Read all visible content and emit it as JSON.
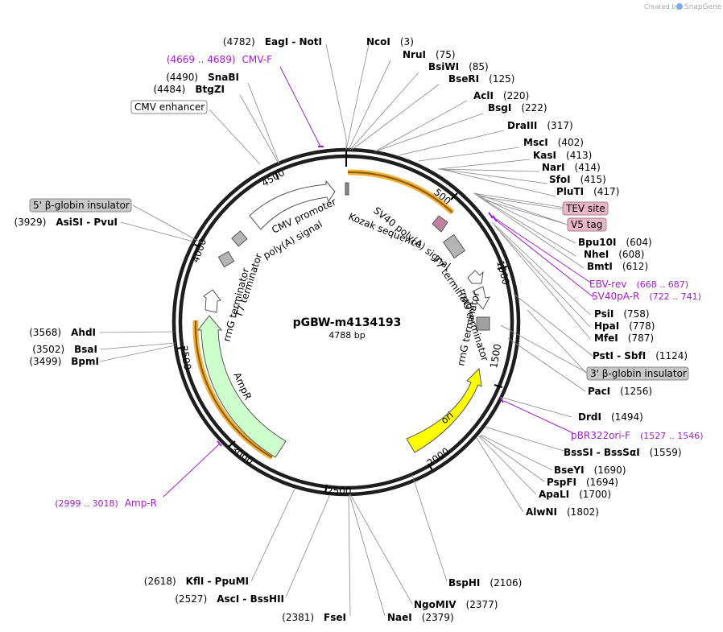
{
  "credit": {
    "text": "Created by",
    "brand": "SnapGene"
  },
  "plasmid": {
    "name": "pGBW-m4134193",
    "length_label": "4788 bp",
    "length": 4788
  },
  "ruler": [
    "500",
    "1000",
    "1500",
    "2000",
    "2500",
    "3000",
    "3500",
    "4000",
    "4500"
  ],
  "enzymes": [
    {
      "name": "NcoI",
      "pos": "(3)"
    },
    {
      "name": "NruI",
      "pos": "(75)"
    },
    {
      "name": "BsiWI",
      "pos": "(85)"
    },
    {
      "name": "BseRI",
      "pos": "(125)"
    },
    {
      "name": "AclI",
      "pos": "(220)"
    },
    {
      "name": "BsgI",
      "pos": "(222)"
    },
    {
      "name": "DraIII",
      "pos": "(317)"
    },
    {
      "name": "MscI",
      "pos": "(402)"
    },
    {
      "name": "KasI",
      "pos": "(413)"
    },
    {
      "name": "NarI",
      "pos": "(414)"
    },
    {
      "name": "SfoI",
      "pos": "(415)"
    },
    {
      "name": "PluTI",
      "pos": "(417)"
    },
    {
      "name": "Bpu10I",
      "pos": "(604)"
    },
    {
      "name": "NheI",
      "pos": "(608)"
    },
    {
      "name": "BmtI",
      "pos": "(612)"
    },
    {
      "name": "PsiI",
      "pos": "(758)"
    },
    {
      "name": "HpaI",
      "pos": "(778)"
    },
    {
      "name": "MfeI",
      "pos": "(787)"
    },
    {
      "name": "PstI  -  SbfI",
      "pos": "(1124)"
    },
    {
      "name": "PacI",
      "pos": "(1256)"
    },
    {
      "name": "DrdI",
      "pos": "(1494)"
    },
    {
      "name": "BssSI  -  BssSαI",
      "pos": "(1559)"
    },
    {
      "name": "BseYI",
      "pos": "(1690)"
    },
    {
      "name": "PspFI",
      "pos": "(1694)"
    },
    {
      "name": "ApaLI",
      "pos": "(1700)"
    },
    {
      "name": "AlwNI",
      "pos": "(1802)"
    },
    {
      "name": "BspHI",
      "pos": "(2106)"
    },
    {
      "name": "NgoMIV",
      "pos": "(2377)"
    },
    {
      "name": "NaeI",
      "pos": "(2379)"
    },
    {
      "name": "FseI",
      "pos": "(2381)"
    },
    {
      "name": "AscI  -  BssHII",
      "pos": "(2527)"
    },
    {
      "name": "KflI  -  PpuMI",
      "pos": "(2618)"
    },
    {
      "name": "BpmI",
      "pos": "(3499)"
    },
    {
      "name": "BsaI",
      "pos": "(3502)"
    },
    {
      "name": "AhdI",
      "pos": "(3568)"
    },
    {
      "name": "AsiSI  -  PvuI",
      "pos": "(3929)"
    },
    {
      "name": "BtgZI",
      "pos": "(4484)"
    },
    {
      "name": "SnaBI",
      "pos": "(4490)"
    },
    {
      "name": "EagI  -  NotI",
      "pos": "(4782)"
    }
  ],
  "primers": [
    {
      "name": "CMV-F",
      "range": "(4669 .. 4689)"
    },
    {
      "name": "EBV-rev",
      "range": "(668 .. 687)"
    },
    {
      "name": "SV40pA-R",
      "range": "(722 .. 741)"
    },
    {
      "name": "pBR322ori-F",
      "range": "(1527 .. 1546)"
    },
    {
      "name": "Amp-R",
      "range": "(2999 .. 3018)"
    }
  ],
  "boxed_features": [
    {
      "name": "CMV enhancer",
      "color": "#ffffff"
    },
    {
      "name": "5' β-globin insulator",
      "color": "#c8c8c8"
    },
    {
      "name": "TEV site",
      "color": "#e8b4c8"
    },
    {
      "name": "V5 tag",
      "color": "#e8b4c8"
    },
    {
      "name": "3' β-globin insulator",
      "color": "#c8c8c8"
    }
  ],
  "inner_features": [
    "CMV promoter",
    "poly(A) signal",
    "Kozak sequence",
    "SV40 poly(A) signal",
    "T7 terminator",
    "rrnG terminator",
    "T7 terminator",
    "rrnG terminator",
    "rrnG terminator",
    "ori",
    "AmpR"
  ],
  "colors": {
    "ori": "#ffff00",
    "ampr": "#ccffcc",
    "highlight": "#f0b040",
    "primer": "#a020c8",
    "tag": "#e8b4c8",
    "insulator": "#c8c8c8"
  }
}
